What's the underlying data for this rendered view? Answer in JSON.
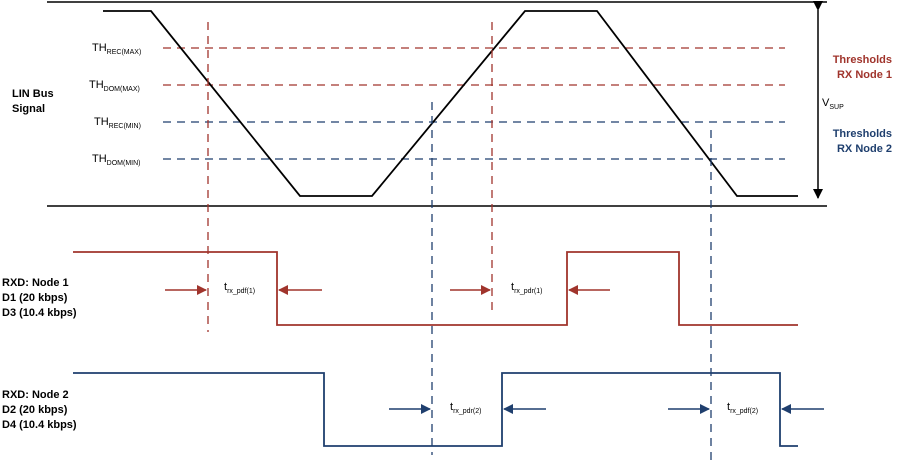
{
  "colors": {
    "red": "#A0342C",
    "blue": "#1F3F6E",
    "line": "#000000"
  },
  "labels": {
    "lin_bus_line1": "LIN Bus",
    "lin_bus_line2": "Signal",
    "vsup_main": "V",
    "vsup_sub": "SUP",
    "thresholds_node1_line1": "Thresholds",
    "thresholds_node1_line2": "RX Node 1",
    "thresholds_node2_line1": "Thresholds",
    "thresholds_node2_line2": "RX Node 2",
    "rxd_node1_line1": "RXD: Node 1",
    "rxd_node1_line2": "D1 (20 kbps)",
    "rxd_node1_line3": "D3 (10.4 kbps)",
    "rxd_node2_line1": "RXD: Node 2",
    "rxd_node2_line2": "D2 (20 kbps)",
    "rxd_node2_line3": "D4 (10.4 kbps)"
  },
  "thresholds": [
    {
      "main": "TH",
      "sub": "REC(MAX)"
    },
    {
      "main": "TH",
      "sub": "DOM(MAX)"
    },
    {
      "main": "TH",
      "sub": "REC(MIN)"
    },
    {
      "main": "TH",
      "sub": "DOM(MIN)"
    }
  ],
  "delays": [
    {
      "main": "t",
      "sub": "rx_pdf(1)"
    },
    {
      "main": "t",
      "sub": "rx_pdr(1)"
    },
    {
      "main": "t",
      "sub": "rx_pdr(2)"
    },
    {
      "main": "t",
      "sub": "rx_pdf(2)"
    }
  ]
}
